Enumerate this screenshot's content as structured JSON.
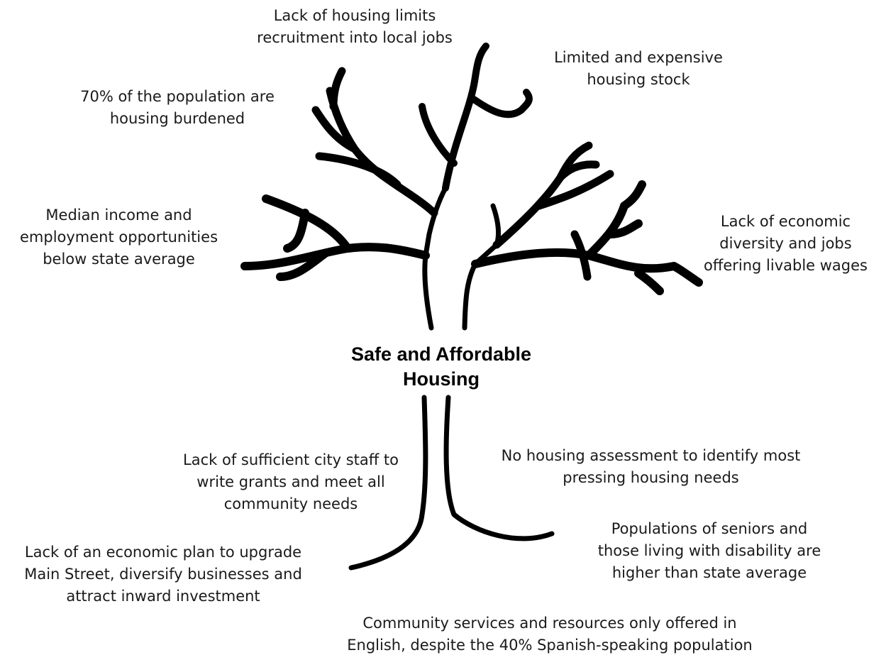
{
  "center": "Safe and Affordable\nHousing",
  "branches": {
    "recruitment": "Lack of housing limits\nrecruitment into local jobs",
    "limited_stock": "Limited and expensive\nhousing stock",
    "burdened": "70% of the population are\nhousing burdened",
    "median_income": "Median income and\nemployment opportunities\nbelow state average",
    "economic_diversity": "Lack of economic\ndiversity and jobs\noffering livable wages"
  },
  "roots": {
    "city_staff": "Lack of sufficient city staff to\nwrite grants and meet all\ncommunity needs",
    "assessment": "No housing assessment to identify most\npressing housing needs",
    "economic_plan": "Lack of an economic plan to upgrade\nMain Street, diversify businesses and\nattract inward investment",
    "seniors": "Populations of seniors and\nthose living with disability are\nhigher than state average",
    "services": "Community services and resources only offered in\nEnglish, despite the 40% Spanish-speaking population"
  }
}
